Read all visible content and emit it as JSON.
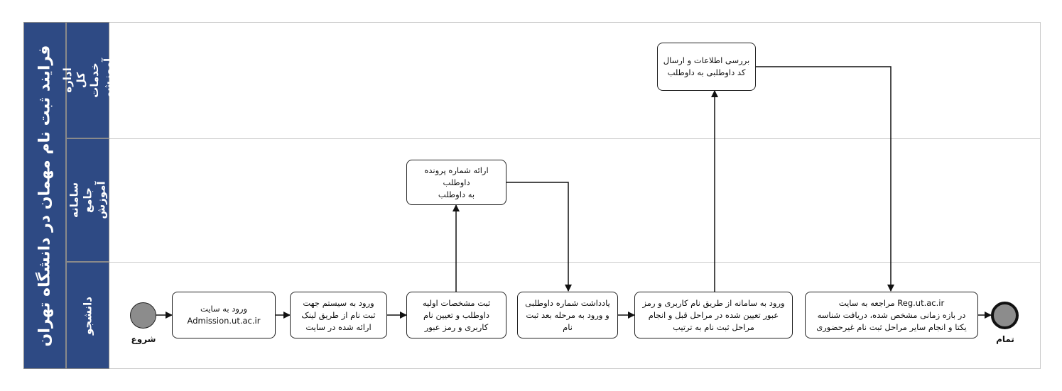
{
  "pool_title": "فرایند ثبت نام مهمان در دانشگاه تهران",
  "lanes": [
    {
      "id": "edu",
      "label": "اداره کل خدمات\nآموزشی"
    },
    {
      "id": "system",
      "label": "سامانه جامع آموزش"
    },
    {
      "id": "student",
      "label": "دانشجو"
    }
  ],
  "start_event": {
    "label": "شروع"
  },
  "end_event": {
    "label": "تمام"
  },
  "tasks": {
    "t1": "ورود به سایت\nAdmission.ut.ac.ir",
    "t2": "ورود به سیستم جهت\nثبت نام از طریق لینک\nارائه شده در سایت",
    "t3": "ثبت مشخصات اولیه\nداوطلب و تعیین نام\nکاربری و رمز عبور",
    "t4": "ارائه شماره پرونده داوطلب\nبه داوطلب",
    "t5": "یادداشت شماره داوطلبی\nو ورود به مرحله بعد ثبت\nنام",
    "t6": "ورود به سامانه از طریق نام کاربری و رمز\nعبور تعیین شده در مراحل قبل و انجام\nمراحل ثبت نام به ترتیب",
    "t7": "بررسی اطلاعات و ارسال\nکد داوطلبی به داوطلب",
    "t8": "مراجعه به سایت Reg.ut.ac.ir\nدر بازه زمانی مشخص شده، دریافت شناسه\nیکتا و انجام سایر مراحل ثبت نام غیرحضوری"
  },
  "colors": {
    "pool_header": "#2e4a84",
    "event_fill": "#8c8c8c"
  }
}
